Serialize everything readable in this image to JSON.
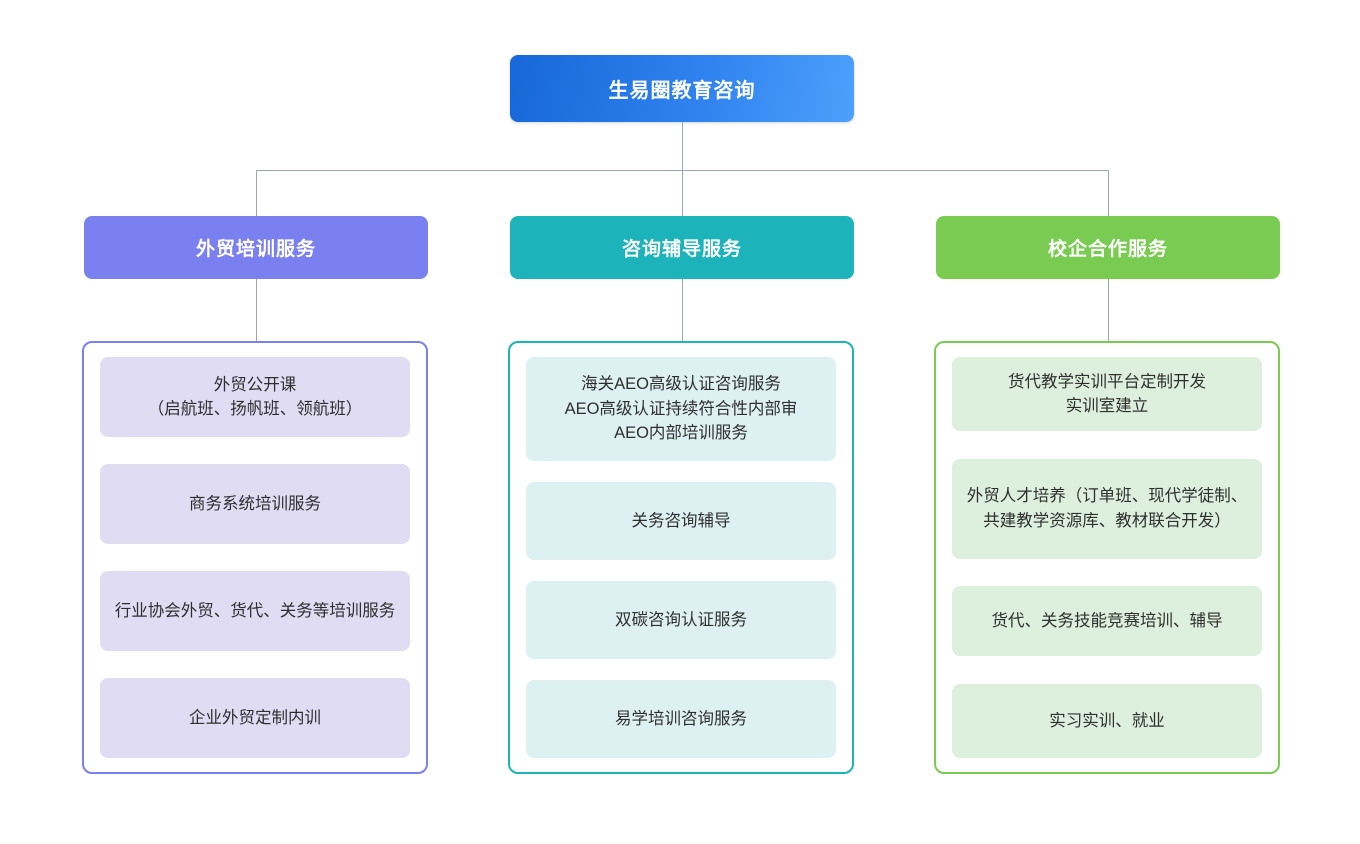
{
  "diagram": {
    "type": "organization-chart",
    "root": {
      "label": "生易圈教育咨询",
      "color": "#2f82ef"
    },
    "branches": [
      {
        "label": "外贸培训服务",
        "color": "#7a80f0",
        "card_bg": "#e0dcf3",
        "items": [
          "外贸公开课\n（启航班、扬帆班、领航班）",
          "商务系统培训服务",
          "行业协会外贸、货代、关务等培训服务",
          "企业外贸定制内训"
        ]
      },
      {
        "label": "咨询辅导服务",
        "color": "#1cb3ba",
        "card_bg": "#ddf0f2",
        "items": [
          "海关AEO高级认证咨询服务\nAEO高级认证持续符合性内部审\nAEO内部培训服务",
          "关务咨询辅导",
          "双碳咨询认证服务",
          "易学培训咨询服务"
        ]
      },
      {
        "label": "校企合作服务",
        "color": "#79cc51",
        "card_bg": "#dcf0dd",
        "items": [
          "货代教学实训平台定制开发\n实训室建立",
          "外贸人才培养（订单班、现代学徒制、共建教学资源库、教材联合开发）",
          "货代、关务技能竞赛培训、辅导",
          "实习实训、就业"
        ]
      }
    ],
    "connector_color": "#9aa6b2"
  }
}
